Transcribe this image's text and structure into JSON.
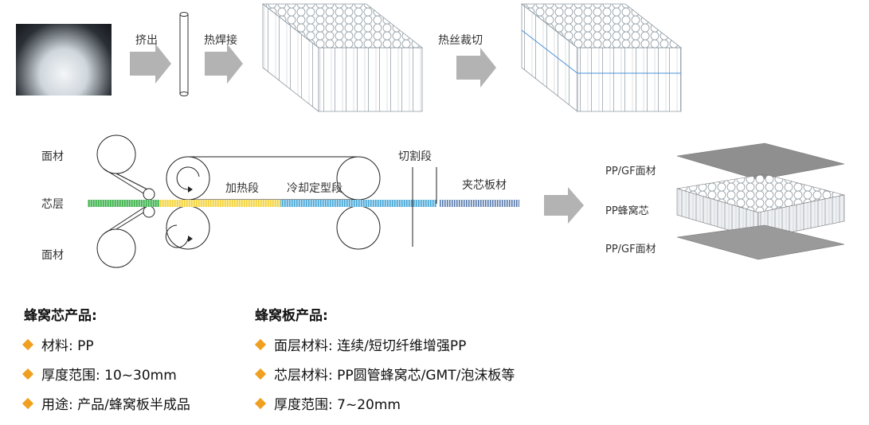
{
  "process": {
    "step1": "挤出",
    "step2": "热焊接",
    "step3": "热丝裁切"
  },
  "line": {
    "face_top": "面材",
    "core": "芯层",
    "face_bottom": "面材",
    "heating": "加热段",
    "cooling": "冷却定型段",
    "cutting": "切割段",
    "sandwich": "夹芯板材"
  },
  "layers": {
    "top": "PP/GF面材",
    "core": "PP蜂窝芯",
    "bottom": "PP/GF面材"
  },
  "core_product": {
    "title": "蜂窝芯产品:",
    "items": [
      "材料: PP",
      "厚度范围:  10~30mm",
      "用途:  产品/蜂窝板半成品"
    ]
  },
  "panel_product": {
    "title": "蜂窝板产品:",
    "items": [
      "面层材料: 连续/短切纤维增强PP",
      "芯层材料: PP圆管蜂窝芯/GMT/泡沫板等",
      "厚度范围:  7~20mm"
    ]
  },
  "colors": {
    "arrow": "#b3b3b3",
    "bullet": "#f0a020",
    "green_stripe": "#3cb44b",
    "yellow_stripe": "#f2d23a",
    "blue_stripe": "#46a8d8"
  },
  "icons": [
    "pellets-image",
    "right-arrow-icon",
    "rotation-arrow-icon",
    "diamond-bullet-icon"
  ]
}
